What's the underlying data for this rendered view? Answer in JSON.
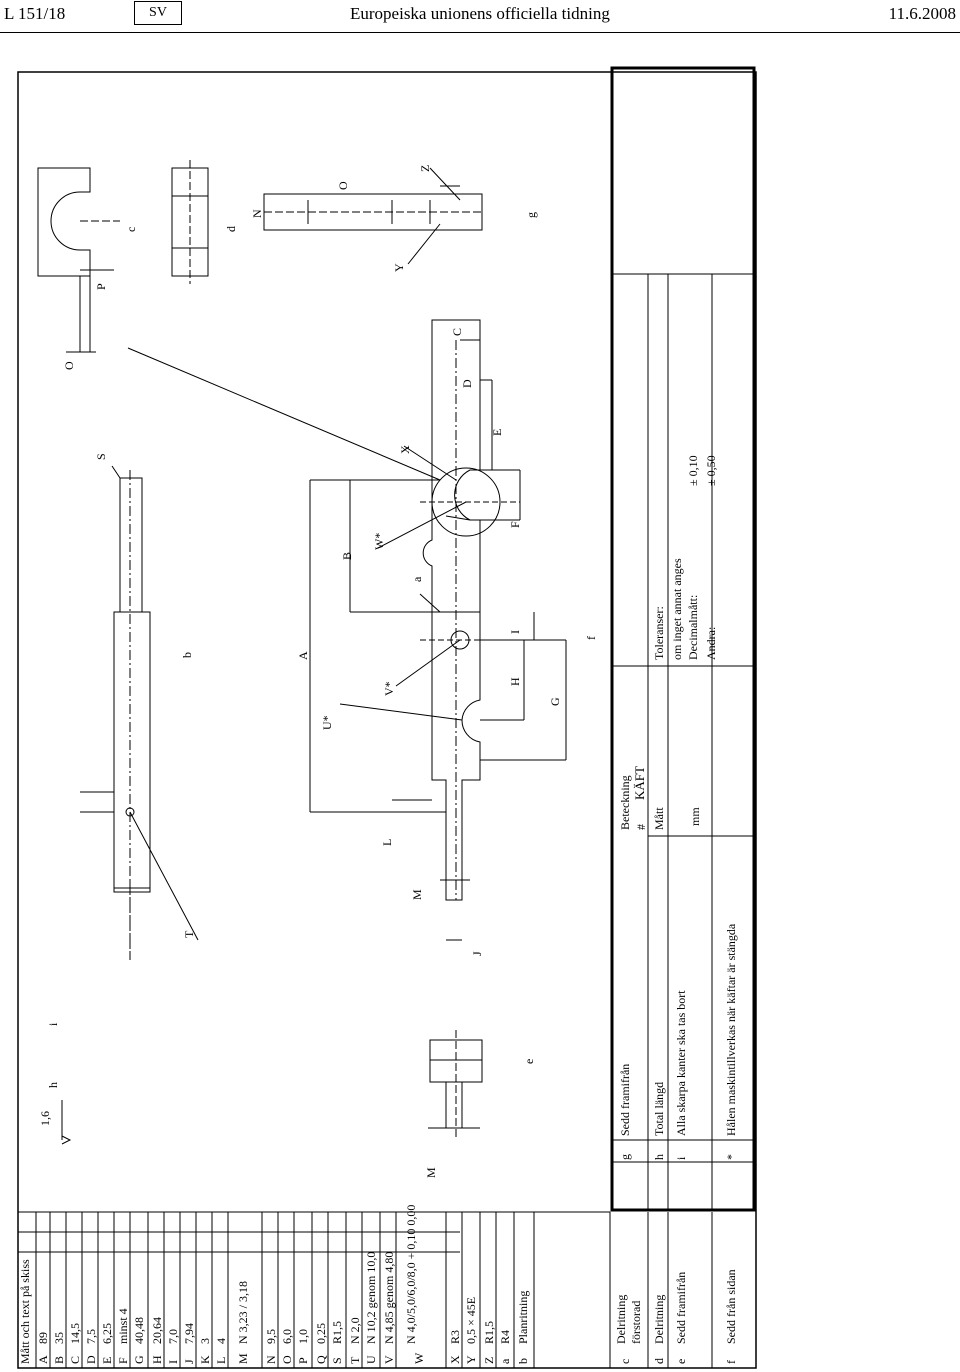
{
  "header": {
    "page_ref": "L 151/18",
    "lang_box": "SV",
    "journal": "Europeiska unionens officiella tidning",
    "date": "11.6.2008"
  },
  "legend": {
    "title": "Mått och text på skiss",
    "rows": [
      {
        "k": "A",
        "v": "89"
      },
      {
        "k": "B",
        "v": "35"
      },
      {
        "k": "C",
        "v": "14,5"
      },
      {
        "k": "D",
        "v": "7,5"
      },
      {
        "k": "E",
        "v": "6,25"
      },
      {
        "k": "F",
        "v": "minst 4"
      },
      {
        "k": "G",
        "v": "40,48"
      },
      {
        "k": "H",
        "v": "20,64"
      },
      {
        "k": "I",
        "v": "7,0"
      },
      {
        "k": "J",
        "v": "7,94"
      },
      {
        "k": "K",
        "v": "3"
      },
      {
        "k": "L",
        "v": "4"
      },
      {
        "k": "M",
        "v": "N 3,23 / 3,18"
      },
      {
        "k": "N",
        "v": "9,5"
      },
      {
        "k": "O",
        "v": "6,0"
      },
      {
        "k": "P",
        "v": "1,0"
      },
      {
        "k": "Q",
        "v": "0,25"
      },
      {
        "k": "S",
        "v": "R1,5"
      },
      {
        "k": "T",
        "v": "N 2,0"
      },
      {
        "k": "U",
        "v": "N 10,2 genom 10,0"
      },
      {
        "k": "V",
        "v": "N 4,85 genom 4,80"
      },
      {
        "k": "W",
        "v": "N 4,0/5,0/6,0/8,0  + 0,10  0,00"
      },
      {
        "k": "X",
        "v": "R3"
      },
      {
        "k": "Y",
        "v": "0,5 × 45E"
      },
      {
        "k": "Z",
        "v": "R1,5"
      },
      {
        "k": "a",
        "v": "R4"
      },
      {
        "k": "b",
        "v": "Planritning"
      }
    ],
    "notes": [
      {
        "k": "c",
        "v": "Delritning förstorad"
      },
      {
        "k": "d",
        "v": "Delritning"
      },
      {
        "k": "e",
        "v": "Sedd framifrån"
      },
      {
        "k": "f",
        "v": "Sedd från sidan"
      }
    ]
  },
  "titleblock": {
    "g_key": "g",
    "g_text": "Sedd framifrån",
    "h_key": "h",
    "h_text": "Total längd",
    "i_key": "i",
    "i_text": "Alla skarpa kanter ska tas bort",
    "star_key": "*",
    "star_text": "Hålen maskintillverkas när käftar är stängda",
    "designation_label": "Beteckning",
    "designation_value": "KÄFT",
    "designation_mark": "#",
    "unit_label": "Mått",
    "unit_value": "mm",
    "tol_title": "Toleranser:",
    "tol_sub": "om inget annat anges",
    "tol_decimal_label": "Decimalmått:",
    "tol_decimal_value": "± 0,10",
    "tol_other_label": "Andra:",
    "tol_other_value": "± 0,50"
  },
  "labels": {
    "surface": "1,6",
    "h": "h",
    "i": "i",
    "e": "e",
    "M": "M",
    "J": "J",
    "T": "T",
    "L": "L",
    "U": "U*",
    "V": "V*",
    "A": "A",
    "B": "B",
    "W": "W*",
    "a": "a",
    "S": "S",
    "X": "X",
    "E": "E",
    "D": "D",
    "C": "C",
    "F": "F",
    "I": "I",
    "H": "H",
    "G": "G",
    "f": "f",
    "b": "b",
    "O": "O",
    "P": "P",
    "c": "c",
    "d": "d",
    "N": "N",
    "O2": "O",
    "Y": "Y",
    "Z": "Z",
    "g": "g"
  }
}
